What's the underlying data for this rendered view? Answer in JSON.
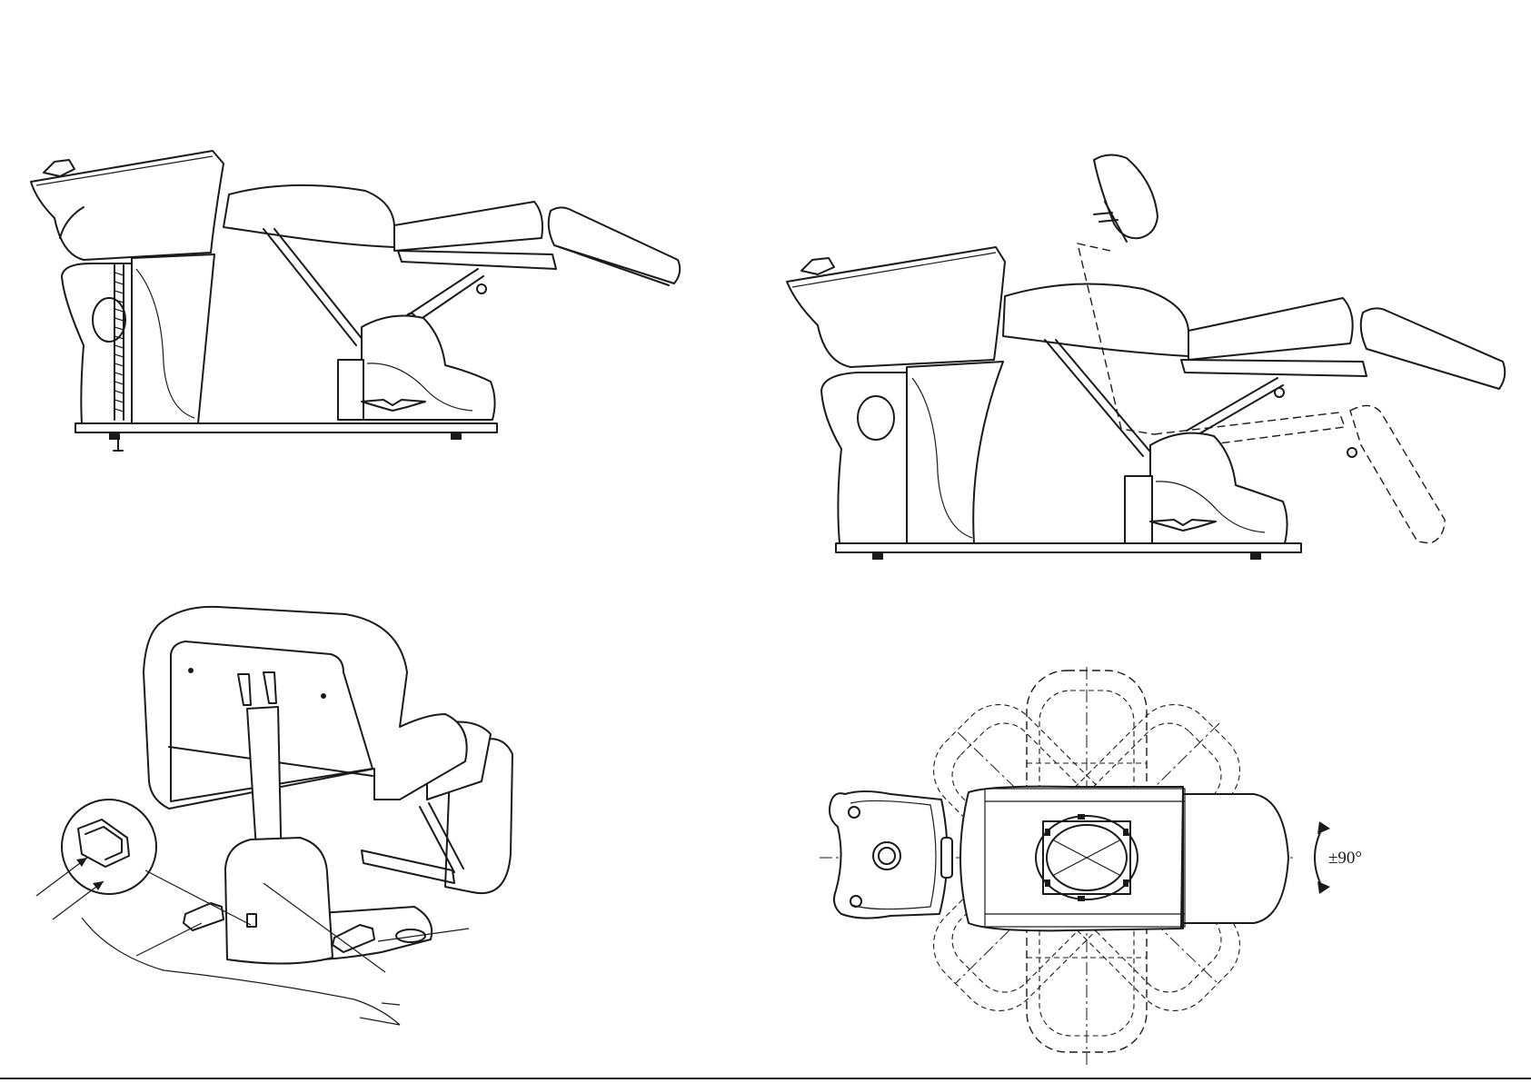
{
  "figures": [
    {
      "id": "chair-reclined"
    },
    {
      "id": "chair-recline-range"
    },
    {
      "id": "pedal-detail"
    },
    {
      "id": "top-rotation"
    }
  ],
  "rotation_label": "±90°"
}
